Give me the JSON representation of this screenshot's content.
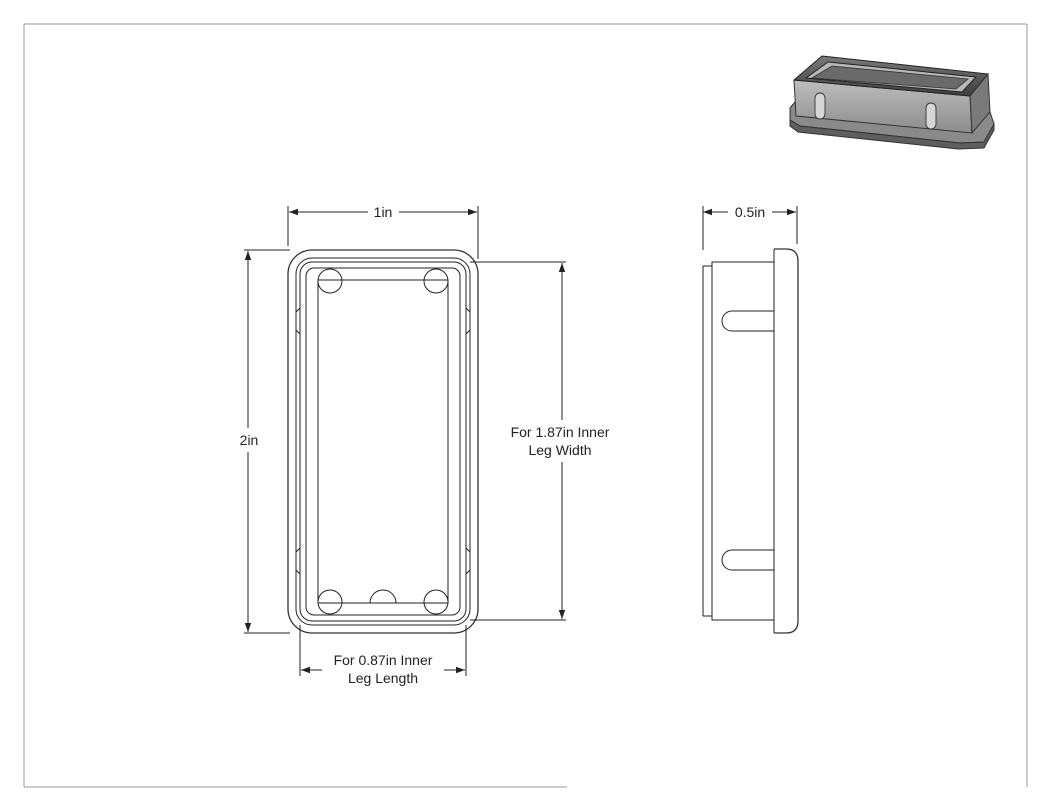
{
  "drawing": {
    "colors": {
      "line": "#222222",
      "part_dark": "#4a4a4a",
      "part_mid": "#9a9a9a",
      "part_light": "#d0d0d0"
    },
    "dimensions": {
      "top_width": "1in",
      "side_depth": "0.5in",
      "height": "2in",
      "inner_width_line1": "For 1.87in Inner",
      "inner_width_line2": "Leg Width",
      "inner_length_line1": "For 0.87in Inner",
      "inner_length_line2": "Leg Length"
    }
  }
}
